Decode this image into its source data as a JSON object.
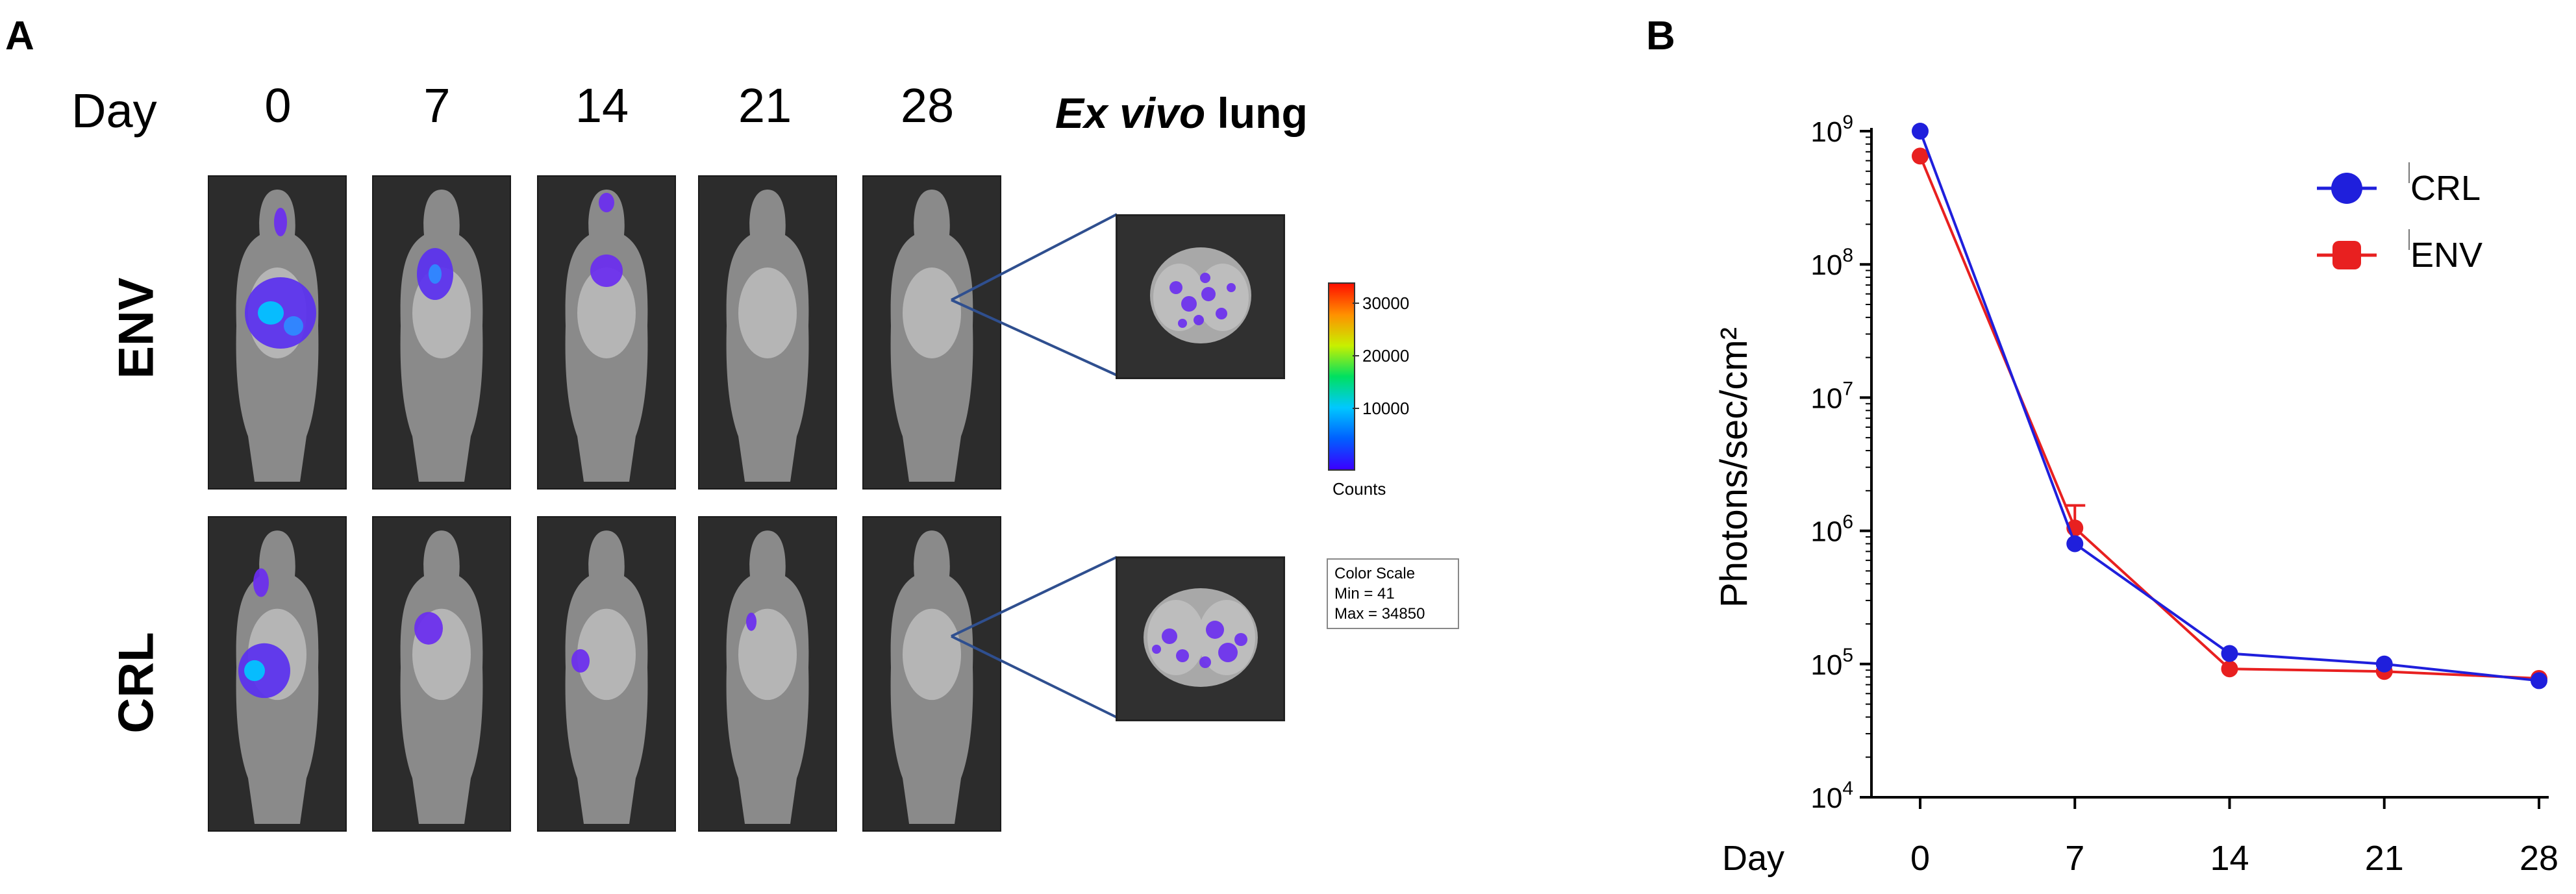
{
  "panel_a": {
    "letter": "A",
    "day_header": "Day",
    "days": [
      "0",
      "7",
      "14",
      "21",
      "28"
    ],
    "exvivo_italic": "Ex vivo",
    "exvivo_rest": " lung",
    "rows": [
      "ENV",
      "CRL"
    ],
    "colorbar": {
      "ticks": [
        "30000",
        "20000",
        "10000"
      ],
      "unit": "Counts",
      "scale_lines": [
        "Color Scale",
        "Min = 41",
        "Max = 34850"
      ]
    }
  },
  "panel_b": {
    "letter": "B"
  },
  "chart_data": {
    "type": "line",
    "title": "",
    "xlabel": "Day",
    "ylabel": "Photons/sec/cm²",
    "yscale": "log",
    "ylim": [
      10000,
      1000000000
    ],
    "x": [
      0,
      7,
      14,
      21,
      28
    ],
    "x_ticks": [
      "0",
      "7",
      "14",
      "21",
      "28"
    ],
    "y_ticks": [
      {
        "base": "10",
        "exp": "4",
        "value": 10000
      },
      {
        "base": "10",
        "exp": "5",
        "value": 100000
      },
      {
        "base": "10",
        "exp": "6",
        "value": 1000000
      },
      {
        "base": "10",
        "exp": "7",
        "value": 10000000
      },
      {
        "base": "10",
        "exp": "8",
        "value": 100000000
      },
      {
        "base": "10",
        "exp": "9",
        "value": 1000000000
      }
    ],
    "legend_position": "top-right",
    "series": [
      {
        "name": "CRL",
        "color": "#1f1fdc",
        "values": [
          1000000000,
          800000,
          120000,
          100000,
          75000
        ]
      },
      {
        "name": "ENV",
        "color": "#e82020",
        "values": [
          650000000,
          1050000,
          92000,
          88000,
          78000
        ],
        "error_upper": [
          null,
          1550000,
          null,
          null,
          null
        ]
      }
    ]
  }
}
